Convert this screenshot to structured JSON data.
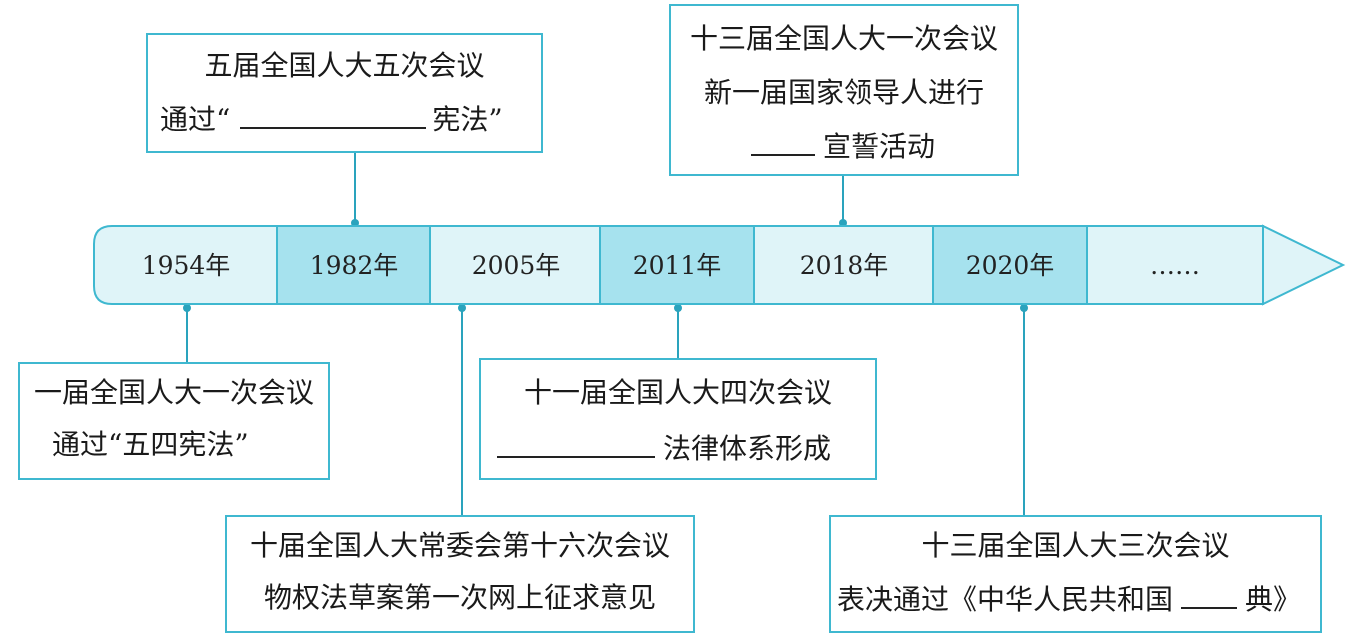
{
  "timeline": {
    "segments": [
      {
        "label": "1954年",
        "highlighted": false
      },
      {
        "label": "1982年",
        "highlighted": true
      },
      {
        "label": "2005年",
        "highlighted": false
      },
      {
        "label": "2011年",
        "highlighted": true
      },
      {
        "label": "2018年",
        "highlighted": false
      },
      {
        "label": "2020年",
        "highlighted": true
      },
      {
        "label": "……",
        "highlighted": false
      }
    ]
  },
  "events": {
    "e1982": {
      "line1": "五届全国人大五次会议",
      "line2_pre": "通过“",
      "line2_post": "宪法”"
    },
    "e2018": {
      "line1": "十三届全国人大一次会议",
      "line2": "新一届国家领导人进行",
      "line3_post": "宣誓活动"
    },
    "e1954": {
      "line1": "一届全国人大一次会议",
      "line2": "通过“五四宪法”"
    },
    "e2011": {
      "line1": "十一届全国人大四次会议",
      "line2_post": "法律体系形成"
    },
    "e2005": {
      "line1": "十届全国人大常委会第十六次会议",
      "line2": "物权法草案第一次网上征求意见"
    },
    "e2020": {
      "line1": "十三届全国人大三次会议",
      "line2_pre": "表决通过《中华人民共和国",
      "line2_post": "典》"
    }
  },
  "colors": {
    "border": "#3fb8d0",
    "fill_light": "#dff4f8",
    "fill_dark": "#a6e2ee",
    "connector": "#2aa3bd"
  }
}
